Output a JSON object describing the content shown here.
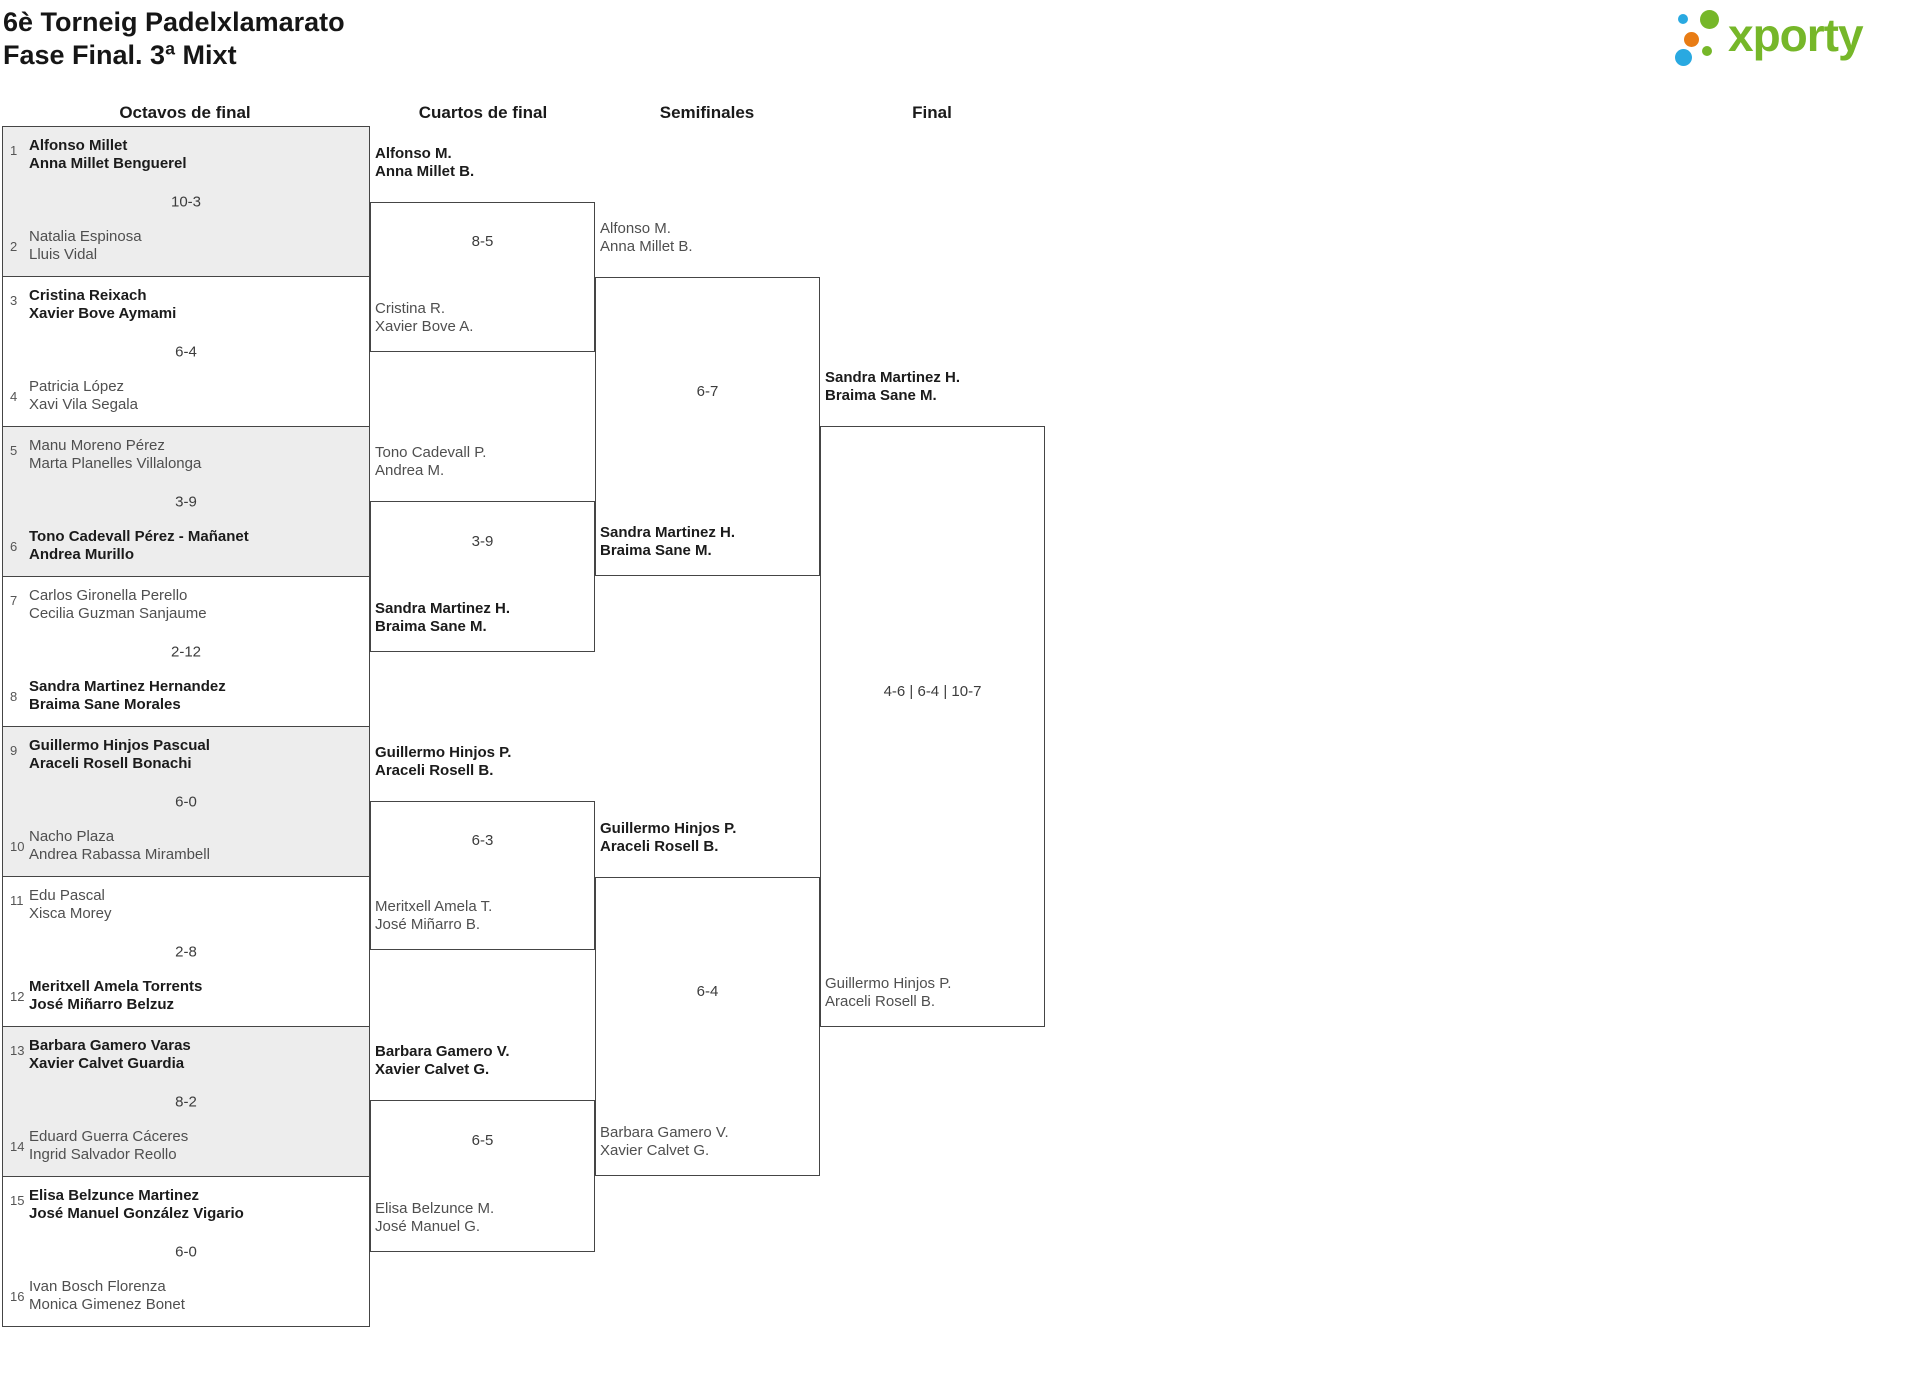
{
  "header": {
    "title_line1": "6è Torneig Padelxlamarato",
    "title_line2": "Fase Final. 3ª Mixt",
    "logo_text": "xporty",
    "logo_colors": {
      "green": "#76b729",
      "blue": "#29a9e1",
      "orange": "#e87c15"
    }
  },
  "columns": [
    "Octavos de final",
    "Cuartos de final",
    "Semifinales",
    "Final"
  ],
  "bracket": {
    "octavos": [
      {
        "seed1": "1",
        "team1": [
          "Alfonso Millet",
          "Anna Millet Benguerel"
        ],
        "score": "10-3",
        "seed2": "2",
        "team2": [
          "Natalia Espinosa",
          "Lluis Vidal"
        ],
        "winner": 1
      },
      {
        "seed1": "3",
        "team1": [
          "Cristina Reixach",
          "Xavier Bove Aymami"
        ],
        "score": "6-4",
        "seed2": "4",
        "team2": [
          "Patricia López",
          "Xavi Vila Segala"
        ],
        "winner": 1
      },
      {
        "seed1": "5",
        "team1": [
          "Manu Moreno Pérez",
          "Marta Planelles Villalonga"
        ],
        "score": "3-9",
        "seed2": "6",
        "team2": [
          "Tono Cadevall Pérez - Mañanet",
          "Andrea Murillo"
        ],
        "winner": 2
      },
      {
        "seed1": "7",
        "team1": [
          "Carlos Gironella Perello",
          "Cecilia Guzman Sanjaume"
        ],
        "score": "2-12",
        "seed2": "8",
        "team2": [
          "Sandra Martinez Hernandez",
          "Braima Sane Morales"
        ],
        "winner": 2
      },
      {
        "seed1": "9",
        "team1": [
          "Guillermo Hinjos Pascual",
          "Araceli Rosell Bonachi"
        ],
        "score": "6-0",
        "seed2": "10",
        "team2": [
          "Nacho Plaza",
          "Andrea Rabassa Mirambell"
        ],
        "winner": 1
      },
      {
        "seed1": "11",
        "team1": [
          "Edu Pascal",
          "Xisca Morey"
        ],
        "score": "2-8",
        "seed2": "12",
        "team2": [
          "Meritxell Amela Torrents",
          "José Miñarro Belzuz"
        ],
        "winner": 2
      },
      {
        "seed1": "13",
        "team1": [
          "Barbara Gamero Varas",
          "Xavier Calvet Guardia"
        ],
        "score": "8-2",
        "seed2": "14",
        "team2": [
          "Eduard Guerra Cáceres",
          "Ingrid Salvador Reollo"
        ],
        "winner": 1
      },
      {
        "seed1": "15",
        "team1": [
          "Elisa Belzunce Martinez",
          "José Manuel González Vigario"
        ],
        "score": "6-0",
        "seed2": "16",
        "team2": [
          "Ivan Bosch Florenza",
          "Monica Gimenez Bonet"
        ],
        "winner": 1
      }
    ],
    "cuartos": [
      {
        "team1": [
          "Alfonso M.",
          "Anna Millet B."
        ],
        "score": "8-5",
        "team2": [
          "Cristina R.",
          "Xavier Bove A."
        ],
        "winner": 1
      },
      {
        "team1": [
          "Tono Cadevall P.",
          "Andrea M."
        ],
        "score": "3-9",
        "team2": [
          "Sandra Martinez H.",
          "Braima Sane M."
        ],
        "winner": 2
      },
      {
        "team1": [
          "Guillermo Hinjos P.",
          "Araceli Rosell B."
        ],
        "score": "6-3",
        "team2": [
          "Meritxell Amela T.",
          "José Miñarro B."
        ],
        "winner": 1
      },
      {
        "team1": [
          "Barbara Gamero V.",
          "Xavier Calvet G."
        ],
        "score": "6-5",
        "team2": [
          "Elisa Belzunce M.",
          "José Manuel G."
        ],
        "winner": 1
      }
    ],
    "semifinales": [
      {
        "team1": [
          "Alfonso M.",
          "Anna Millet B."
        ],
        "score": "6-7",
        "team2": [
          "Sandra Martinez H.",
          "Braima Sane M."
        ],
        "winner": 2
      },
      {
        "team1": [
          "Guillermo Hinjos P.",
          "Araceli Rosell B."
        ],
        "score": "6-4",
        "team2": [
          "Barbara Gamero V.",
          "Xavier Calvet G."
        ],
        "winner": 1
      }
    ],
    "final": [
      {
        "team1": [
          "Sandra Martinez H.",
          "Braima Sane M."
        ],
        "score": "4-6 | 6-4 | 10-7",
        "team2": [
          "Guillermo Hinjos P.",
          "Araceli Rosell B."
        ],
        "winner": 1
      }
    ]
  }
}
